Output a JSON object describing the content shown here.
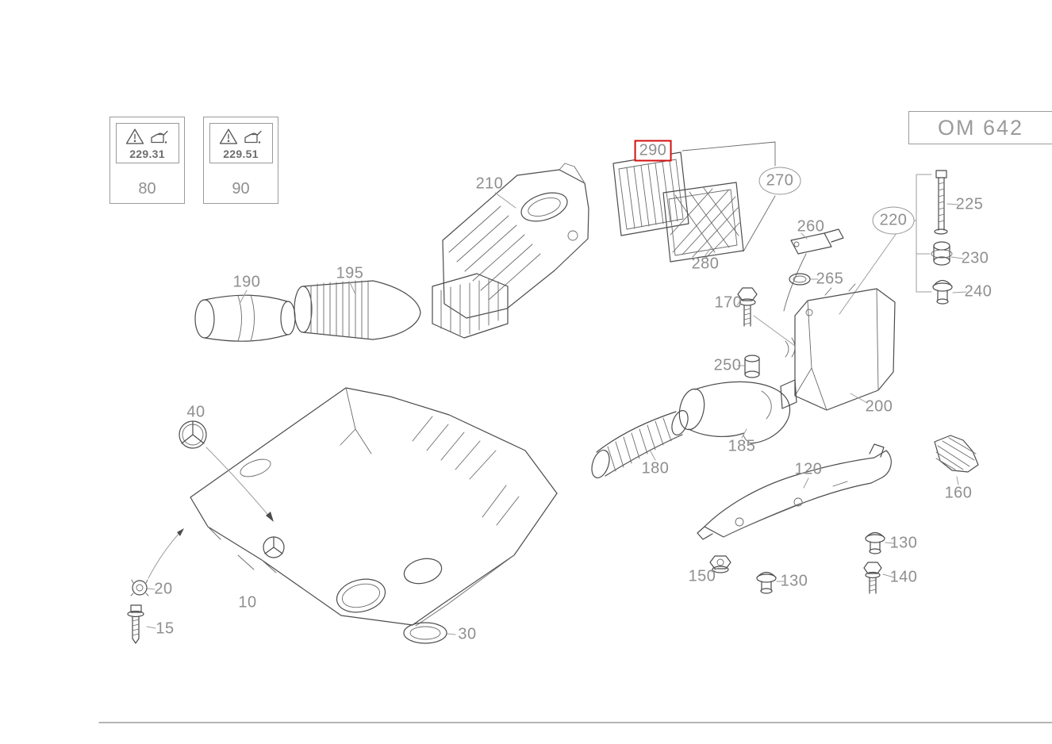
{
  "page": {
    "title": "OM 642"
  },
  "colors": {
    "background": "#ffffff",
    "label_text": "#8f8f8f",
    "line_art": "#4c4c4c",
    "highlight_red": "#d40f0f",
    "frame_gray": "#9b9b9b"
  },
  "spec_labels": [
    {
      "code": "229.31",
      "part": "80"
    },
    {
      "code": "229.51",
      "part": "90"
    }
  ],
  "parts": {
    "p10": "10",
    "p15": "15",
    "p20": "20",
    "p30": "30",
    "p40": "40",
    "p120": "120",
    "p130": "130",
    "p140": "140",
    "p150": "150",
    "p160": "160",
    "p170": "170",
    "p180": "180",
    "p185": "185",
    "p190": "190",
    "p195": "195",
    "p200": "200",
    "p210": "210",
    "p220": "220",
    "p225": "225",
    "p230": "230",
    "p240": "240",
    "p250": "250",
    "p260": "260",
    "p265": "265",
    "p270": "270",
    "p280": "280",
    "p290": "290"
  }
}
